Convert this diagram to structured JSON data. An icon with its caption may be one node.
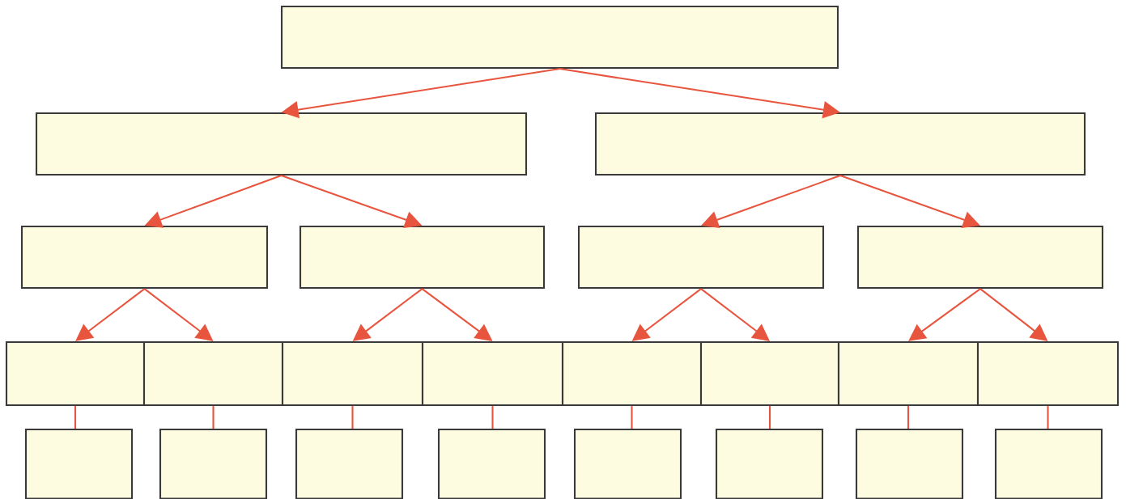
{
  "diagram": {
    "nodes": [
      {
        "text": [],
        "shape": "box"
      },
      {
        "text": [],
        "shape": "box"
      },
      {
        "text": [],
        "shape": "box"
      },
      {
        "text": [],
        "shape": "box"
      },
      {
        "text": [],
        "shape": "box"
      },
      {
        "text": [],
        "shape": "box"
      },
      {
        "text": [],
        "shape": "box"
      },
      {
        "text": [],
        "shape": "box"
      },
      {
        "text": [],
        "shape": "box"
      },
      {
        "text": [],
        "shape": "box"
      },
      {
        "text": [],
        "shape": "box"
      },
      {
        "text": [],
        "shape": "box"
      },
      {
        "text": [],
        "shape": "box"
      },
      {
        "text": [],
        "shape": "box"
      },
      {
        "text": [],
        "shape": "box"
      },
      {
        "text": [],
        "shape": "box"
      },
      {
        "text": [],
        "shape": "box"
      },
      {
        "text": [],
        "shape": "box"
      },
      {
        "text": [],
        "shape": "box"
      },
      {
        "text": [],
        "shape": "box"
      },
      {
        "text": [],
        "shape": "box"
      },
      {
        "text": [],
        "shape": "box"
      },
      {
        "text": [],
        "shape": "box"
      }
    ],
    "edges": [
      {
        "from": 0,
        "to": 1,
        "arrow": "to"
      },
      {
        "from": 0,
        "to": 2,
        "arrow": "to"
      },
      {
        "from": 1,
        "to": 3,
        "arrow": "to"
      },
      {
        "from": 1,
        "to": 4,
        "arrow": "to"
      },
      {
        "from": 2,
        "to": 5,
        "arrow": "to"
      },
      {
        "from": 2,
        "to": 6,
        "arrow": "to"
      },
      {
        "from": 3,
        "to": 7,
        "arrow": "to"
      },
      {
        "from": 3,
        "to": 8,
        "arrow": "to"
      },
      {
        "from": 4,
        "to": 9,
        "arrow": "to"
      },
      {
        "from": 4,
        "to": 10,
        "arrow": "to"
      },
      {
        "from": 5,
        "to": 11,
        "arrow": "to"
      },
      {
        "from": 5,
        "to": 12,
        "arrow": "to"
      },
      {
        "from": 6,
        "to": 13,
        "arrow": "to"
      },
      {
        "from": 6,
        "to": 14,
        "arrow": "to"
      },
      {
        "from": 7,
        "to": 15,
        "arrow": "none"
      },
      {
        "from": 8,
        "to": 16,
        "arrow": "none"
      },
      {
        "from": 9,
        "to": 17,
        "arrow": "none"
      },
      {
        "from": 10,
        "to": 18,
        "arrow": "none"
      },
      {
        "from": 11,
        "to": 19,
        "arrow": "none"
      },
      {
        "from": 12,
        "to": 20,
        "arrow": "none"
      },
      {
        "from": 13,
        "to": 21,
        "arrow": "none"
      },
      {
        "from": 14,
        "to": 22,
        "arrow": "none"
      }
    ]
  }
}
